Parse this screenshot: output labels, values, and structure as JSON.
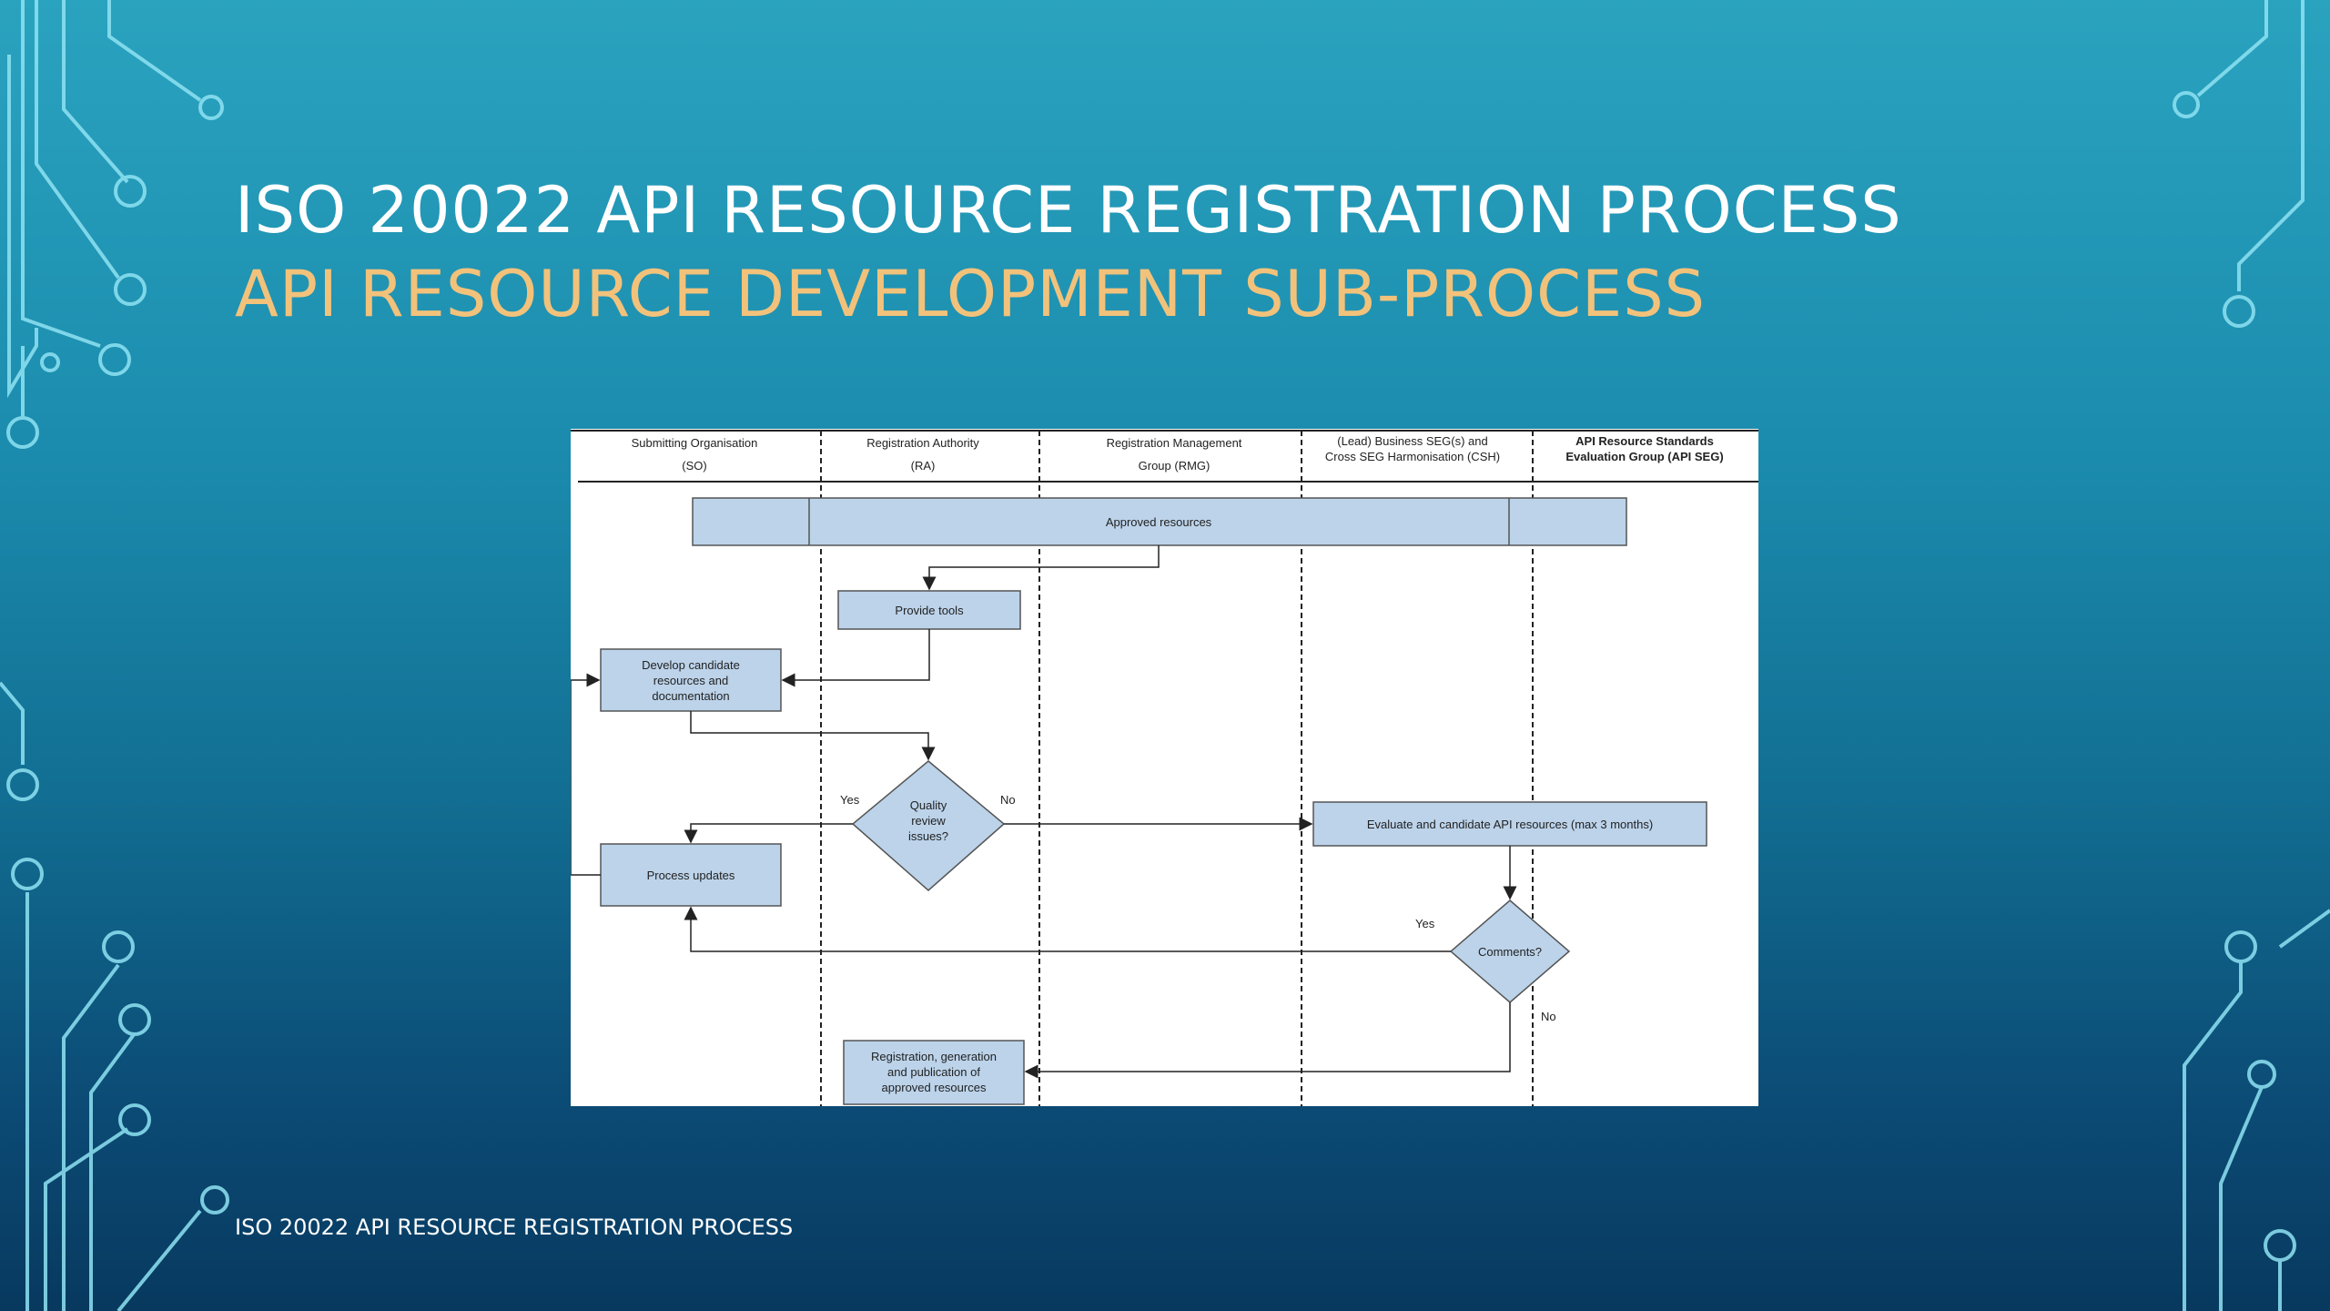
{
  "slide": {
    "title": "ISO 20022 API RESOURCE REGISTRATION PROCESS",
    "subtitle": "API RESOURCE DEVELOPMENT SUB-PROCESS",
    "footer": "ISO 20022 API RESOURCE REGISTRATION PROCESS"
  },
  "colors": {
    "title": "#ffffff",
    "subtitle": "#f2c27b",
    "box_fill": "#bcd3ea",
    "box_stroke": "#555555"
  },
  "lanes": {
    "so_line1": "Submitting Organisation",
    "so_line2": "(SO)",
    "ra_line1": "Registration Authority",
    "ra_line2": "(RA)",
    "rmg_line1": "Registration Management",
    "rmg_line2": "Group (RMG)",
    "seg_line1": "(Lead) Business SEG(s) and",
    "seg_line2": "Cross SEG Harmonisation (CSH)",
    "api_line1": "API Resource Standards",
    "api_line2": "Evaluation Group (API SEG)"
  },
  "nodes": {
    "approved": "Approved resources",
    "provide_tools": "Provide tools",
    "develop_l1": "Develop candidate",
    "develop_l2": "resources and",
    "develop_l3": "documentation",
    "quality_l1": "Quality",
    "quality_l2": "review",
    "quality_l3": "issues?",
    "process_updates": "Process updates",
    "evaluate": "Evaluate and candidate API resources (max 3 months)",
    "comments": "Comments?",
    "registration_l1": "Registration, generation",
    "registration_l2": "and publication of",
    "registration_l3": "approved resources"
  },
  "edge_labels": {
    "quality_yes": "Yes",
    "quality_no": "No",
    "comments_yes": "Yes",
    "comments_no": "No"
  }
}
